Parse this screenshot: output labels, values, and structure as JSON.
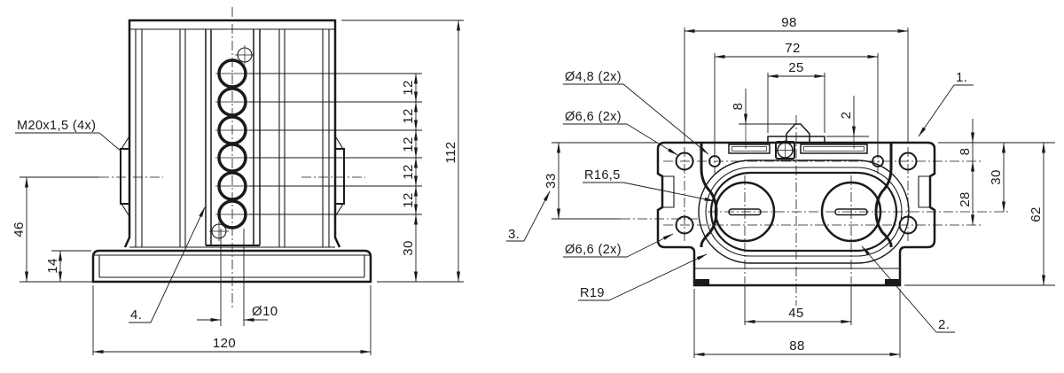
{
  "front_view": {
    "thread_label": "M20x1,5 (4x)",
    "callout_4": "4.",
    "dia10": "Ø10",
    "d46": "46",
    "d14": "14",
    "d120": "120",
    "d12": "12",
    "d30": "30",
    "d112": "112"
  },
  "top_view": {
    "d98": "98",
    "d72": "72",
    "d25": "25",
    "d8_top": "8",
    "d2": "2",
    "d33": "33",
    "d8_right": "8",
    "d28": "28",
    "d30": "30",
    "d62": "62",
    "d45": "45",
    "d88": "88",
    "r165": "R16,5",
    "r19": "R19",
    "dia48": "Ø4,8 (2x)",
    "dia66_top": "Ø6,6 (2x)",
    "dia66_bottom": "Ø6,6 (2x)",
    "callout_1": "1.",
    "callout_2": "2.",
    "callout_3": "3."
  },
  "colors": {
    "line": "#1a1a1a",
    "background": "#ffffff"
  }
}
